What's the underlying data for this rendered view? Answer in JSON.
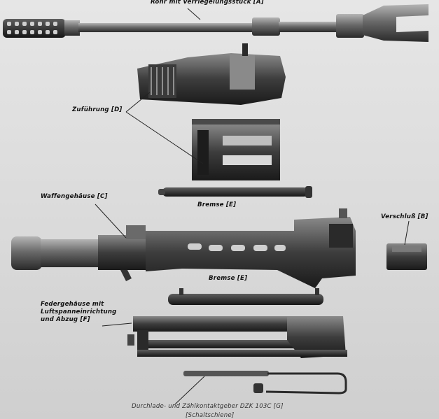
{
  "labels": {
    "rohr": "Rohr mit Verriegelungsstück [A]",
    "zufuehrung": "Zuführung [D]",
    "bremse_top": "Bremse [E]",
    "waffengehaeuse": "Waffengehäuse [C]",
    "verschluss": "Verschluß [B]",
    "bremse_mid": "Bremse [E]",
    "federgehaeuse": [
      "Federgehäuse mit",
      "Luftspanneinrichtung",
      "und Abzug [F]"
    ],
    "durchlade": "Durchlade- und Zählkontaktgeber DZK 103C [G]",
    "schaltschiene": "[Schaltschiene]"
  },
  "colors": {
    "background": "#dcdcdc",
    "metal_dark": "#1c1c1c",
    "metal_mid": "#5a5a5a",
    "metal_light": "#9a9a9a",
    "leader": "#222222"
  }
}
